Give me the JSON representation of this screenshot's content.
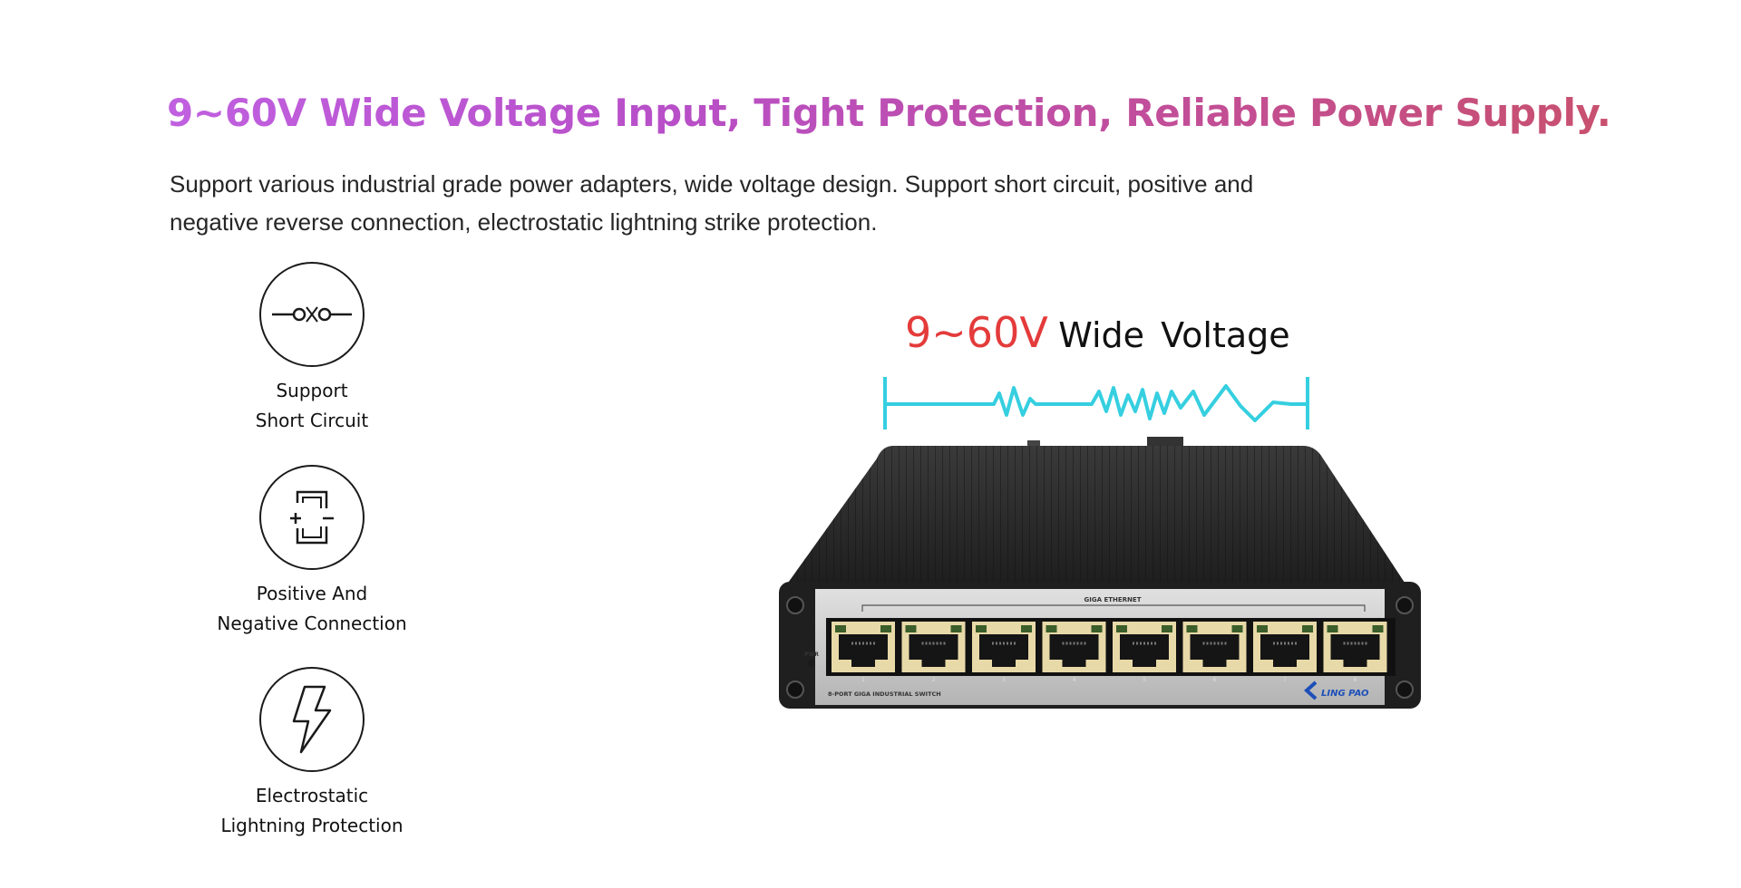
{
  "headline": "9~60V Wide Voltage Input, Tight Protection, Reliable Power Supply.",
  "subtext": "Support various industrial grade power adapters, wide voltage design. Support short circuit, positive and negative reverse connection, electrostatic lightning strike protection.",
  "features": [
    {
      "icon": "short-circuit-icon",
      "line1": "Support",
      "line2": "Short Circuit"
    },
    {
      "icon": "polarity-icon",
      "line1": "Positive And",
      "line2": "Negative Connection"
    },
    {
      "icon": "lightning-icon",
      "line1": "Electrostatic",
      "line2": "Lightning Protection"
    }
  ],
  "voltage_banner": {
    "range": "9~60V",
    "text": "Wide Voltage"
  },
  "device": {
    "port_group_label": "GIGA ETHERNET",
    "power_label": "PWR",
    "model_label": "8-PORT GIGA INDUSTRIAL SWITCH",
    "brand": "LING PAO",
    "port_numbers": [
      "1",
      "2",
      "3",
      "4",
      "5",
      "6",
      "7",
      "8"
    ]
  },
  "colors": {
    "headline_gradient_start": "#c060e0",
    "headline_gradient_end": "#c8506e",
    "voltage_range": "#e43b3b",
    "wave_line": "#35cfe0",
    "device_body": "#2a2a2a",
    "device_panel": "#c9c9c9"
  }
}
